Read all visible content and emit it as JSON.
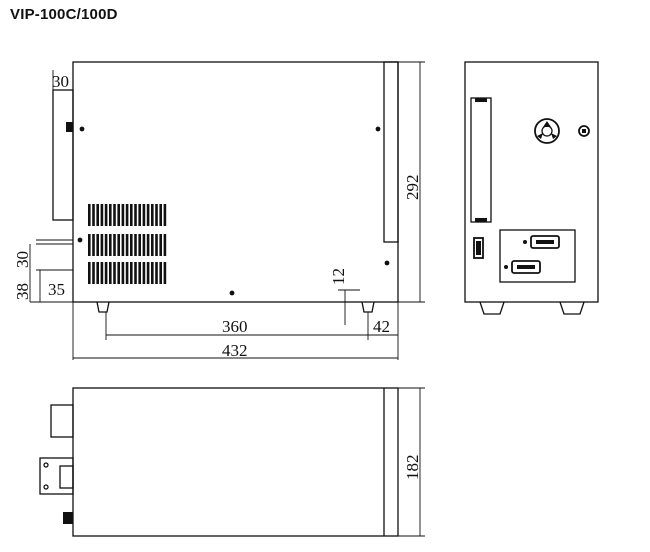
{
  "title": "VIP-100C/100D",
  "dimensions": {
    "side_depth_total": "432",
    "side_depth_body": "360",
    "side_rear_offset": "42",
    "side_height": "292",
    "side_top_protrusion": "30",
    "side_left_30": "30",
    "side_left_38": "38",
    "side_left_35": "35",
    "side_foot": "12",
    "top_width": "182"
  }
}
